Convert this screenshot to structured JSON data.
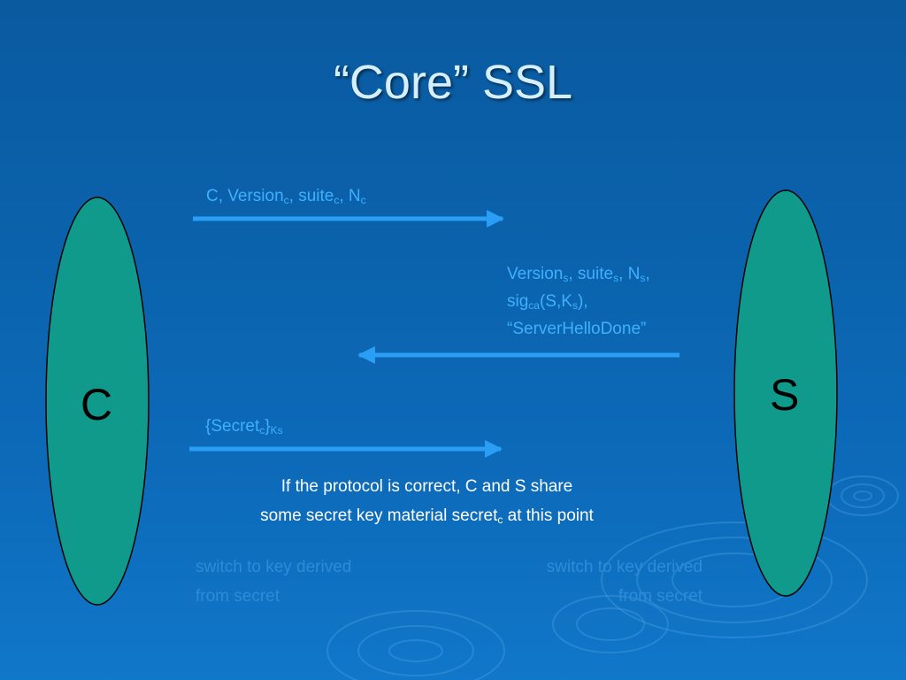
{
  "slide": {
    "title": "“Core” SSL"
  },
  "parties": {
    "client": "C",
    "server": "S"
  },
  "messages": {
    "m1": {
      "p1": "C, Version",
      "s1": "c",
      "p2": ", suite",
      "s2": "c",
      "p3": ", N",
      "s3": "c"
    },
    "m2": {
      "line1": {
        "p1": "Version",
        "s1": "s",
        "p2": ", suite",
        "s2": "s",
        "p3": ", N",
        "s3": "s",
        "p4": ","
      },
      "line2": {
        "p1": "sig",
        "s1": "ca",
        "p2": "(S,K",
        "s2": "s",
        "p3": "),"
      },
      "line3": "“ServerHelloDone”"
    },
    "m3": {
      "p1": "{Secret",
      "s1": "c",
      "p2": "}",
      "s2": "Ks"
    }
  },
  "note": {
    "line1": "If the protocol is correct, C and S share",
    "line2_a": "some secret key material secret",
    "line2_sub": "c",
    "line2_b": " at this point"
  },
  "faint_text": {
    "left_line1": "switch to key derived",
    "left_line2": "from secret",
    "right_line1": "switch to key derived",
    "right_line2": "from secret"
  },
  "colors": {
    "party_fill": "#0f9a8c",
    "arrow": "#2a9df4",
    "message_text": "#3fb0ff",
    "title_text": "#d6efff"
  }
}
